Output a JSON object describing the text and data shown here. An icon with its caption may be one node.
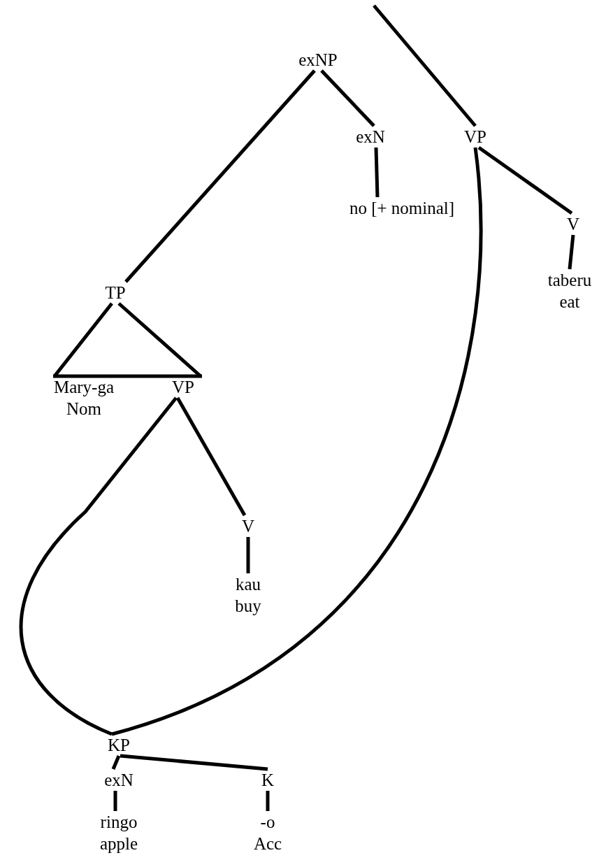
{
  "diagram": {
    "nodes": [
      {
        "text": [
          "exNP"
        ]
      },
      {
        "text": [
          "exN"
        ]
      },
      {
        "text": [
          "VP"
        ]
      },
      {
        "text": [
          "no [+ nominal]"
        ]
      },
      {
        "text": [
          "V"
        ]
      },
      {
        "text": [
          "taberu",
          "eat"
        ]
      },
      {
        "text": [
          "TP"
        ]
      },
      {
        "text": [
          "Mary-ga",
          "Nom"
        ]
      },
      {
        "text": [
          "VP"
        ]
      },
      {
        "text": [
          "V"
        ]
      },
      {
        "text": [
          "kau",
          "buy"
        ]
      },
      {
        "text": [
          "KP"
        ]
      },
      {
        "text": [
          "exN"
        ]
      },
      {
        "text": [
          "K"
        ]
      },
      {
        "text": [
          "ringo",
          "apple"
        ]
      },
      {
        "text": [
          "-o",
          "Acc"
        ]
      }
    ],
    "edges": [
      {
        "from": null,
        "to": 2,
        "arrow": "none"
      },
      {
        "from": 0,
        "to": 1,
        "arrow": "none"
      },
      {
        "from": 0,
        "to": 6,
        "arrow": "none"
      },
      {
        "from": 1,
        "to": 3,
        "arrow": "none"
      },
      {
        "from": 2,
        "to": 4,
        "arrow": "none"
      },
      {
        "from": 2,
        "to": 11,
        "arrow": "none"
      },
      {
        "from": 4,
        "to": 5,
        "arrow": "none"
      },
      {
        "from": 6,
        "to": 7,
        "arrow": "none"
      },
      {
        "from": 6,
        "to": 8,
        "arrow": "none"
      },
      {
        "from": 8,
        "to": 9,
        "arrow": "none"
      },
      {
        "from": 8,
        "to": 11,
        "arrow": "none"
      },
      {
        "from": 9,
        "to": 10,
        "arrow": "none"
      },
      {
        "from": 11,
        "to": 12,
        "arrow": "none"
      },
      {
        "from": 11,
        "to": 13,
        "arrow": "none"
      },
      {
        "from": 12,
        "to": 14,
        "arrow": "none"
      },
      {
        "from": 13,
        "to": 15,
        "arrow": "none"
      }
    ]
  }
}
